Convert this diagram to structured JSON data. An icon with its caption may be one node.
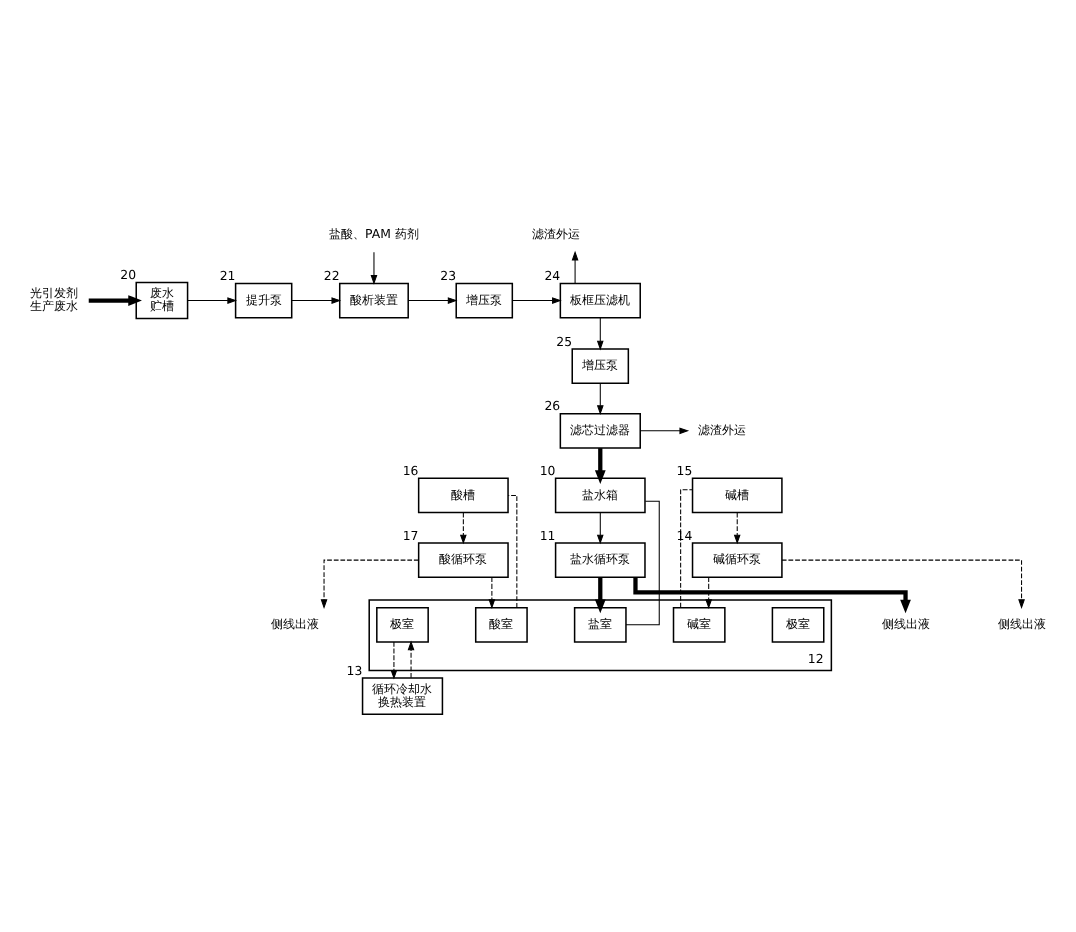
{
  "diagram": {
    "nodes": [
      {
        "text": [
          "光引发剂生产废水"
        ]
      },
      {
        "text": [
          "废水贮槽"
        ],
        "beside": [
          "20"
        ]
      },
      {
        "text": [
          "提升泵"
        ],
        "beside": [
          "21"
        ]
      },
      {
        "text": [
          "盐酸、PAM 药剂"
        ]
      },
      {
        "text": [
          "酸析装置"
        ],
        "beside": [
          "22"
        ]
      },
      {
        "text": [
          "增压泵"
        ],
        "beside": [
          "23"
        ]
      },
      {
        "text": [
          "滤渣外运"
        ]
      },
      {
        "text": [
          "板框压滤机"
        ],
        "beside": [
          "24"
        ]
      },
      {
        "text": [
          "滤芯过滤器"
        ],
        "beside": [
          "26"
        ]
      },
      {
        "text": [
          "增压泵"
        ],
        "beside": [
          "25"
        ]
      },
      {
        "text": [
          "滤渣外运"
        ]
      },
      {
        "text": [
          "侧线出液"
        ]
      },
      {
        "text": [],
        "shape": "box",
        "beside": [
          "12"
        ]
      },
      {
        "text": [
          "极室"
        ],
        "in": 12
      },
      {
        "text": [
          "酸室"
        ],
        "in": 12
      },
      {
        "text": [
          "盐室"
        ],
        "in": 12
      },
      {
        "text": [
          "碱室"
        ],
        "in": 12
      },
      {
        "text": [
          "极室"
        ],
        "in": 12
      },
      {
        "text": [
          "酸循环泵"
        ],
        "beside": [
          "17"
        ]
      },
      {
        "text": [
          "酸槽"
        ],
        "beside": [
          "16"
        ]
      },
      {
        "text": [
          "盐水箱"
        ],
        "beside": [
          "10"
        ]
      },
      {
        "text": [
          "盐水循环泵"
        ],
        "beside": [
          "11"
        ]
      },
      {
        "text": [
          "碱循环泵"
        ],
        "beside": [
          "14"
        ]
      },
      {
        "text": [
          "碱槽"
        ],
        "beside": [
          "15"
        ]
      },
      {
        "text": [
          "侧线出液"
        ]
      },
      {
        "text": [
          "侧线出液"
        ]
      },
      {
        "text": [
          "循环冷却水换热装置"
        ],
        "beside": [
          "13"
        ]
      }
    ],
    "edges": [
      {
        "from": 0,
        "to": 1,
        "arrow": "to",
        "style": "thick"
      },
      {
        "from": 1,
        "to": 2,
        "arrow": "to"
      },
      {
        "from": 2,
        "to": 4,
        "arrow": "to"
      },
      {
        "from": 3,
        "to": 4,
        "arrow": "to"
      },
      {
        "from": 4,
        "to": 5,
        "arrow": "to"
      },
      {
        "from": 5,
        "to": 7,
        "arrow": "to"
      },
      {
        "from": 7,
        "to": 6,
        "arrow": "to"
      },
      {
        "from": 7,
        "to": 9,
        "arrow": "to"
      },
      {
        "from": 9,
        "to": 8,
        "arrow": "to"
      },
      {
        "from": 8,
        "to": 10,
        "arrow": "to"
      },
      {
        "from": 8,
        "to": 20,
        "arrow": "to",
        "style": "thick"
      },
      {
        "from": 20,
        "to": 21,
        "arrow": "to"
      },
      {
        "from": 21,
        "to": 15,
        "arrow": "to",
        "style": "thick"
      },
      {
        "from": 21,
        "to": 24,
        "arrow": "to",
        "style": "thick"
      },
      {
        "from": 15,
        "to": 20,
        "arrow": "none"
      },
      {
        "from": 19,
        "to": 18,
        "arrow": "to",
        "style": "dashed"
      },
      {
        "from": 18,
        "to": 14,
        "arrow": "to",
        "style": "dashed"
      },
      {
        "from": 18,
        "to": 11,
        "arrow": "to",
        "style": "dashed"
      },
      {
        "from": 14,
        "to": 19,
        "arrow": "none",
        "style": "dashed"
      },
      {
        "from": 23,
        "to": 22,
        "arrow": "to",
        "style": "dashed"
      },
      {
        "from": 22,
        "to": 16,
        "arrow": "to",
        "style": "dashed"
      },
      {
        "from": 22,
        "to": 25,
        "arrow": "to",
        "style": "dashed"
      },
      {
        "from": 16,
        "to": 23,
        "arrow": "none",
        "style": "dashed"
      },
      {
        "from": 17,
        "to": 26,
        "arrow": "to",
        "style": "dashed"
      },
      {
        "from": 26,
        "to": 17,
        "arrow": "to",
        "style": "dashed"
      }
    ]
  }
}
